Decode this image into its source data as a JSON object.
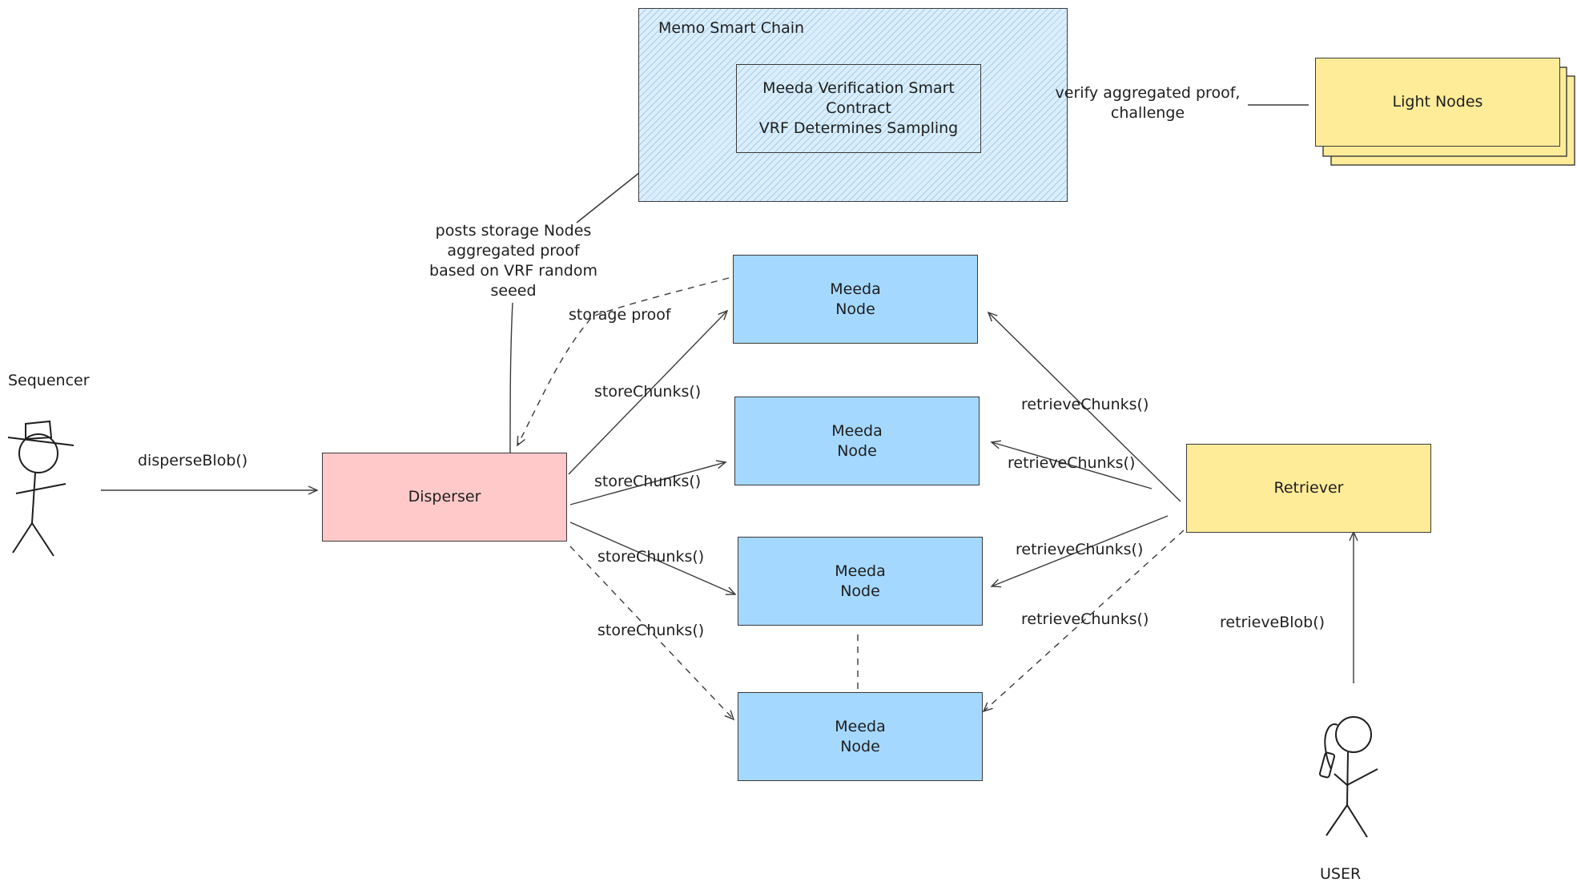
{
  "colors": {
    "node_fill": "#a5d8ff",
    "disperser_fill": "#ffc9c9",
    "retriever_fill": "#ffec99",
    "light_nodes_fill": "#ffec99",
    "chain_fill": "#dbeefb",
    "stroke": "#1e1e1e"
  },
  "chain": {
    "title": "Memo Smart Chain",
    "contract_line1": "Meeda Verification Smart",
    "contract_line2": "Contract",
    "contract_line3": "VRF Determines Sampling"
  },
  "light_nodes": {
    "label": "Light Nodes"
  },
  "verify_label": {
    "line1": "verify aggregated proof,",
    "line2": "challenge"
  },
  "posts_label": {
    "line1": "posts storage Nodes",
    "line2": "aggregated proof",
    "line3": "based on VRF random",
    "line4": "seeed"
  },
  "storage_proof_label": "storage proof",
  "nodes": [
    {
      "line1": "Meeda",
      "line2": "Node"
    },
    {
      "line1": "Meeda",
      "line2": "Node"
    },
    {
      "line1": "Meeda",
      "line2": "Node"
    },
    {
      "line1": "Meeda",
      "line2": "Node"
    }
  ],
  "sequencer": {
    "label": "Sequencer",
    "icon": "stick-figure-with-hat-icon"
  },
  "disperse_label": "disperseBlob()",
  "disperser": {
    "label": "Disperser"
  },
  "store_labels": [
    "storeChunks()",
    "storeChunks()",
    "storeChunks()",
    "storeChunks()"
  ],
  "retrieve_labels": [
    "retrieveChunks()",
    "retrieveChunks()",
    "retrieveChunks()",
    "retrieveChunks()"
  ],
  "retriever": {
    "label": "Retriever"
  },
  "retrieve_blob_label": "retrieveBlob()",
  "user": {
    "label": "USER",
    "icon": "stick-figure-with-phone-icon"
  }
}
